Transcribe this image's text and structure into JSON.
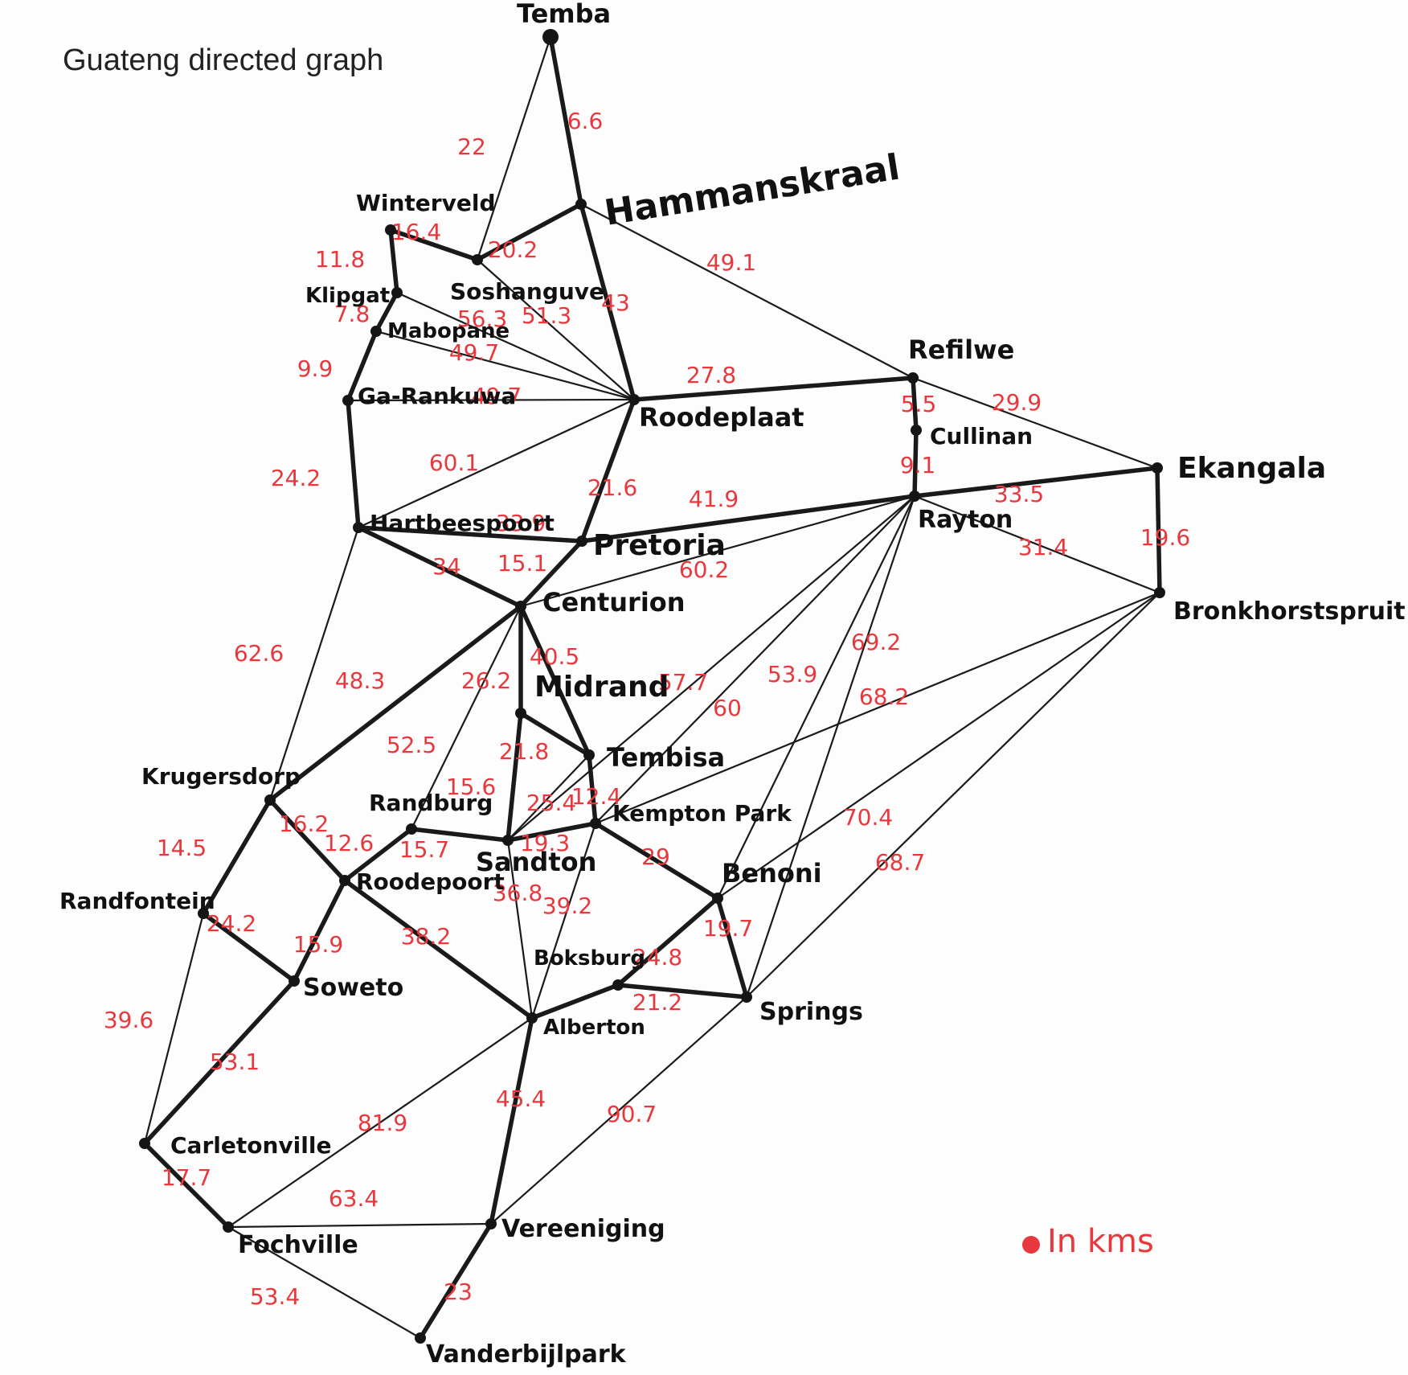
{
  "title": "Guateng directed graph",
  "legend": {
    "unit_text": "In  kms",
    "color": "#e8383d"
  },
  "colors": {
    "edge": "#1a1a1a",
    "weight": "#e8383d",
    "node": "#151515"
  },
  "nodes": [
    {
      "id": "temba",
      "label": "Temba"
    },
    {
      "id": "hammanskraal",
      "label": "Hammanskraal"
    },
    {
      "id": "winterveld",
      "label": "Winterveld"
    },
    {
      "id": "soshanguve",
      "label": "Soshanguve"
    },
    {
      "id": "klipgat",
      "label": "Klipgat"
    },
    {
      "id": "mabopane",
      "label": "Mabopane"
    },
    {
      "id": "garankuwa",
      "label": "Ga-Rankuwa"
    },
    {
      "id": "roodeplaat",
      "label": "Roodeplaat"
    },
    {
      "id": "refilwe",
      "label": "Refilwe"
    },
    {
      "id": "cullinan",
      "label": "Cullinan"
    },
    {
      "id": "ekangala",
      "label": "Ekangala"
    },
    {
      "id": "rayton",
      "label": "Rayton"
    },
    {
      "id": "bronkhorstspruit",
      "label": "Bronkhorstspruit"
    },
    {
      "id": "hartbeespoort",
      "label": "Hartbeespoort"
    },
    {
      "id": "pretoria",
      "label": "Pretoria"
    },
    {
      "id": "centurion",
      "label": "Centurion"
    },
    {
      "id": "midrand",
      "label": "Midrand"
    },
    {
      "id": "tembisa",
      "label": "Tembisa"
    },
    {
      "id": "krugersdorp",
      "label": "Krugersdorp"
    },
    {
      "id": "randburg",
      "label": "Randburg"
    },
    {
      "id": "sandton",
      "label": "Sandton"
    },
    {
      "id": "kemptonpark",
      "label": "Kempton Park"
    },
    {
      "id": "benoni",
      "label": "Benoni"
    },
    {
      "id": "randfontein",
      "label": "Randfontein"
    },
    {
      "id": "roodepoort",
      "label": "Roodepoort"
    },
    {
      "id": "soweto",
      "label": "Soweto"
    },
    {
      "id": "boksburg",
      "label": "Boksburg"
    },
    {
      "id": "springs",
      "label": "Springs"
    },
    {
      "id": "alberton",
      "label": "Alberton"
    },
    {
      "id": "carletonville",
      "label": "Carletonville"
    },
    {
      "id": "fochville",
      "label": "Fochville"
    },
    {
      "id": "vereeniging",
      "label": "Vereeniging"
    },
    {
      "id": "vanderbijlpark",
      "label": "Vanderbijlpark"
    }
  ],
  "edges": [
    {
      "from": "temba",
      "to": "hammanskraal",
      "weight": "6.6",
      "bold": true
    },
    {
      "from": "temba",
      "to": "soshanguve",
      "weight": "22",
      "bold": false
    },
    {
      "from": "winterveld",
      "to": "soshanguve",
      "weight": "16.4",
      "bold": true
    },
    {
      "from": "soshanguve",
      "to": "hammanskraal",
      "weight": "20.2",
      "bold": true
    },
    {
      "from": "hammanskraal",
      "to": "roodeplaat",
      "weight": "43",
      "bold": true
    },
    {
      "from": "hammanskraal",
      "to": "refilwe",
      "weight": "49.1",
      "bold": false
    },
    {
      "from": "winterveld",
      "to": "klipgat",
      "weight": "11.8",
      "bold": true
    },
    {
      "from": "klipgat",
      "to": "roodeplaat",
      "weight": "56.3",
      "bold": false
    },
    {
      "from": "soshanguve",
      "to": "roodeplaat",
      "weight": "51.3",
      "bold": false
    },
    {
      "from": "klipgat",
      "to": "mabopane",
      "weight": "7.8",
      "bold": true
    },
    {
      "from": "mabopane",
      "to": "roodeplaat",
      "weight": "49.7",
      "bold": false
    },
    {
      "from": "mabopane",
      "to": "garankuwa",
      "weight": "9.9",
      "bold": true
    },
    {
      "from": "garankuwa",
      "to": "roodeplaat",
      "weight": "49.7",
      "bold": false
    },
    {
      "from": "roodeplaat",
      "to": "refilwe",
      "weight": "27.8",
      "bold": true
    },
    {
      "from": "refilwe",
      "to": "cullinan",
      "weight": "5.5",
      "bold": true
    },
    {
      "from": "refilwe",
      "to": "ekangala",
      "weight": "29.9",
      "bold": false
    },
    {
      "from": "cullinan",
      "to": "rayton",
      "weight": "9.1",
      "bold": true
    },
    {
      "from": "rayton",
      "to": "ekangala",
      "weight": "33.5",
      "bold": true
    },
    {
      "from": "rayton",
      "to": "bronkhorstspruit",
      "weight": "31.4",
      "bold": false
    },
    {
      "from": "ekangala",
      "to": "bronkhorstspruit",
      "weight": "19.6",
      "bold": true
    },
    {
      "from": "garankuwa",
      "to": "hartbeespoort",
      "weight": "24.2",
      "bold": true
    },
    {
      "from": "hartbeespoort",
      "to": "roodeplaat",
      "weight": "60.1",
      "bold": false
    },
    {
      "from": "roodeplaat",
      "to": "pretoria",
      "weight": "21.6",
      "bold": true
    },
    {
      "from": "hartbeespoort",
      "to": "pretoria",
      "weight": "33.9",
      "bold": true
    },
    {
      "from": "pretoria",
      "to": "rayton",
      "weight": "41.9",
      "bold": true
    },
    {
      "from": "hartbeespoort",
      "to": "centurion",
      "weight": "34",
      "bold": true
    },
    {
      "from": "pretoria",
      "to": "centurion",
      "weight": "15.1",
      "bold": true
    },
    {
      "from": "centurion",
      "to": "rayton",
      "weight": "60.2",
      "bold": false
    },
    {
      "from": "hartbeespoort",
      "to": "krugersdorp",
      "weight": "62.6",
      "bold": false
    },
    {
      "from": "centurion",
      "to": "krugersdorp",
      "weight": "48.3",
      "bold": true
    },
    {
      "from": "centurion",
      "to": "midrand",
      "weight": "26.2",
      "bold": true
    },
    {
      "from": "centurion",
      "to": "tembisa",
      "weight": "40.5",
      "bold": true
    },
    {
      "from": "centurion",
      "to": "randburg",
      "weight": "52.5",
      "bold": false
    },
    {
      "from": "midrand",
      "to": "tembisa",
      "weight": "21.8",
      "bold": true
    },
    {
      "from": "midrand",
      "to": "sandton",
      "weight": "15.6",
      "bold": true
    },
    {
      "from": "tembisa",
      "to": "kemptonpark",
      "weight": "12.4",
      "bold": true
    },
    {
      "from": "tembisa",
      "to": "sandton",
      "weight": "25.4",
      "bold": false
    },
    {
      "from": "rayton",
      "to": "sandton",
      "weight": "57.7",
      "bold": false
    },
    {
      "from": "rayton",
      "to": "kemptonpark",
      "weight": "60",
      "bold": false
    },
    {
      "from": "rayton",
      "to": "benoni",
      "weight": "53.9",
      "bold": false
    },
    {
      "from": "rayton",
      "to": "springs",
      "weight": "69.2",
      "bold": false
    },
    {
      "from": "bronkhorstspruit",
      "to": "kemptonpark",
      "weight": "68.2",
      "bold": false
    },
    {
      "from": "bronkhorstspruit",
      "to": "benoni",
      "weight": "70.4",
      "bold": false
    },
    {
      "from": "bronkhorstspruit",
      "to": "springs",
      "weight": "68.7",
      "bold": false
    },
    {
      "from": "krugersdorp",
      "to": "randfontein",
      "weight": "14.5",
      "bold": true
    },
    {
      "from": "krugersdorp",
      "to": "roodepoort",
      "weight": "16.2",
      "bold": true
    },
    {
      "from": "roodepoort",
      "to": "randburg",
      "weight": "12.6",
      "bold": true
    },
    {
      "from": "randburg",
      "to": "sandton",
      "weight": "15.7",
      "bold": true
    },
    {
      "from": "sandton",
      "to": "kemptonpark",
      "weight": "19.3",
      "bold": true
    },
    {
      "from": "kemptonpark",
      "to": "benoni",
      "weight": "29",
      "bold": true
    },
    {
      "from": "sandton",
      "to": "alberton",
      "weight": "36.8",
      "bold": false
    },
    {
      "from": "kemptonpark",
      "to": "alberton",
      "weight": "39.2",
      "bold": false
    },
    {
      "from": "randfontein",
      "to": "soweto",
      "weight": "24.2",
      "bold": true
    },
    {
      "from": "roodepoort",
      "to": "soweto",
      "weight": "15.9",
      "bold": true
    },
    {
      "from": "roodepoort",
      "to": "alberton",
      "weight": "38.2",
      "bold": true
    },
    {
      "from": "benoni",
      "to": "boksburg",
      "weight": "24.8",
      "bold": true
    },
    {
      "from": "benoni",
      "to": "springs",
      "weight": "19.7",
      "bold": true
    },
    {
      "from": "boksburg",
      "to": "springs",
      "weight": "21.2",
      "bold": true
    },
    {
      "from": "alberton",
      "to": "boksburg",
      "weight": "",
      "bold": true
    },
    {
      "from": "randfontein",
      "to": "carletonville",
      "weight": "39.6",
      "bold": false
    },
    {
      "from": "soweto",
      "to": "carletonville",
      "weight": "53.1",
      "bold": true
    },
    {
      "from": "alberton",
      "to": "fochville",
      "weight": "81.9",
      "bold": false
    },
    {
      "from": "alberton",
      "to": "vereeniging",
      "weight": "45.4",
      "bold": true
    },
    {
      "from": "springs",
      "to": "vereeniging",
      "weight": "90.7",
      "bold": false
    },
    {
      "from": "carletonville",
      "to": "fochville",
      "weight": "17.7",
      "bold": true
    },
    {
      "from": "fochville",
      "to": "vereeniging",
      "weight": "63.4",
      "bold": false
    },
    {
      "from": "fochville",
      "to": "vanderbijlpark",
      "weight": "53.4",
      "bold": false
    },
    {
      "from": "vereeniging",
      "to": "vanderbijlpark",
      "weight": "23",
      "bold": true
    }
  ]
}
